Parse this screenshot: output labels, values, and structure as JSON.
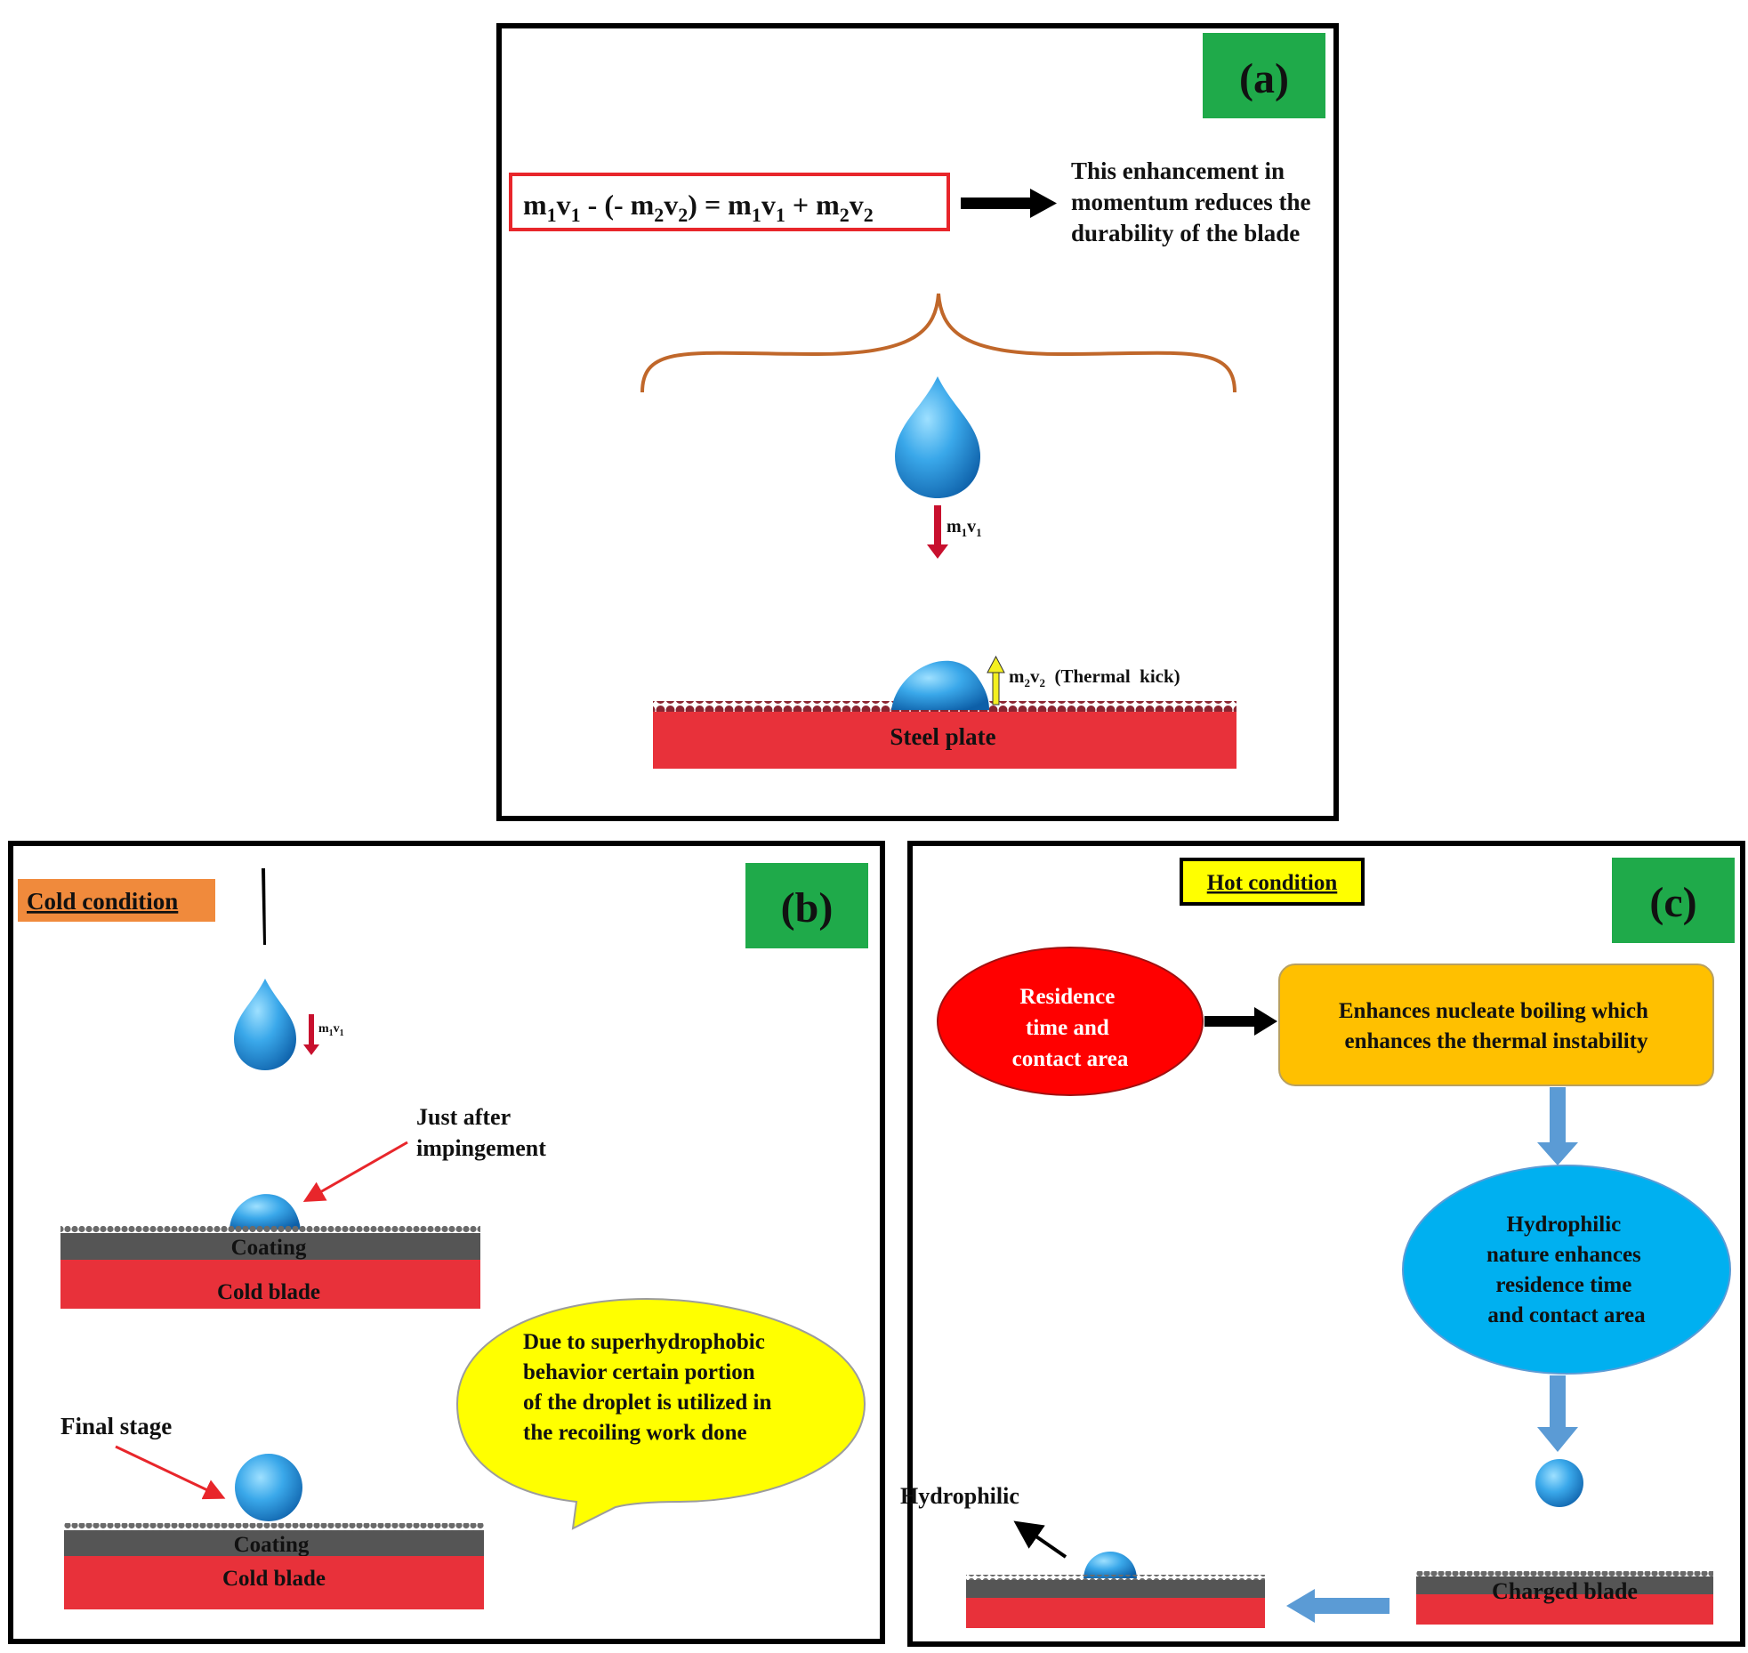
{
  "panel_a": {
    "label": "(a)",
    "equation": {
      "m": "m",
      "v": "v",
      "s1": "1",
      "s2": "2",
      "minus_open": " - (- ",
      "close_eq": ") = ",
      "plus": " + "
    },
    "note_lines": [
      "This enhancement in",
      "momentum reduces the",
      "durability of the blade"
    ],
    "arrow_down_label": {
      "m": "m",
      "s1": "1",
      "v": "v",
      "s1b": "1"
    },
    "arrow_up_label": {
      "m": "m",
      "s": "2",
      "v": "v",
      "s2": "2",
      "suffix": "  (Thermal  kick)"
    },
    "plate_label": "Steel plate"
  },
  "panel_b": {
    "label": "(b)",
    "condition_tag": "Cold condition",
    "arrow_label": {
      "m": "m",
      "s": "1",
      "v": "v",
      "s2": "1"
    },
    "annotation_impingement": [
      "Just after",
      "impingement"
    ],
    "coating_label": "Coating",
    "blade_label": "Cold blade",
    "annotation_final": "Final stage",
    "bubble_lines": [
      "Due to superhydrophobic",
      "behavior certain portion",
      "of the droplet is utilized in",
      "the recoiling work done"
    ]
  },
  "panel_c": {
    "label": "(c)",
    "condition_tag": "Hot condition",
    "residence_lines": [
      "Residence",
      "time and",
      "contact area"
    ],
    "enhances_lines": [
      "Enhances nucleate boiling  which",
      "enhances the thermal  instability"
    ],
    "hydrophilic_lines": [
      "Hydrophilic",
      "nature enhances",
      "residence time",
      "and contact area"
    ],
    "hydrophilic_label": "Hydrophilic",
    "charged_blade_label": "Charged blade"
  },
  "colors": {
    "label_green": "#1faa4a",
    "water_blue": "#2a9be0",
    "blade_red": "#e8313a",
    "coating_gray": "#555555",
    "brace_orange": "#c0672a",
    "arrow_red": "#c8102e",
    "arrow_yellow": "#f4f020",
    "cold_tag": "#f08a3c",
    "hot_tag": "#ffff00",
    "residence_red": "#ff0000",
    "enhances_orange": "#ffc000",
    "hydrophilic_blue": "#00b0f0",
    "flow_arrow_blue": "#5b9bd5",
    "bubble_yellow": "#ffff00"
  }
}
